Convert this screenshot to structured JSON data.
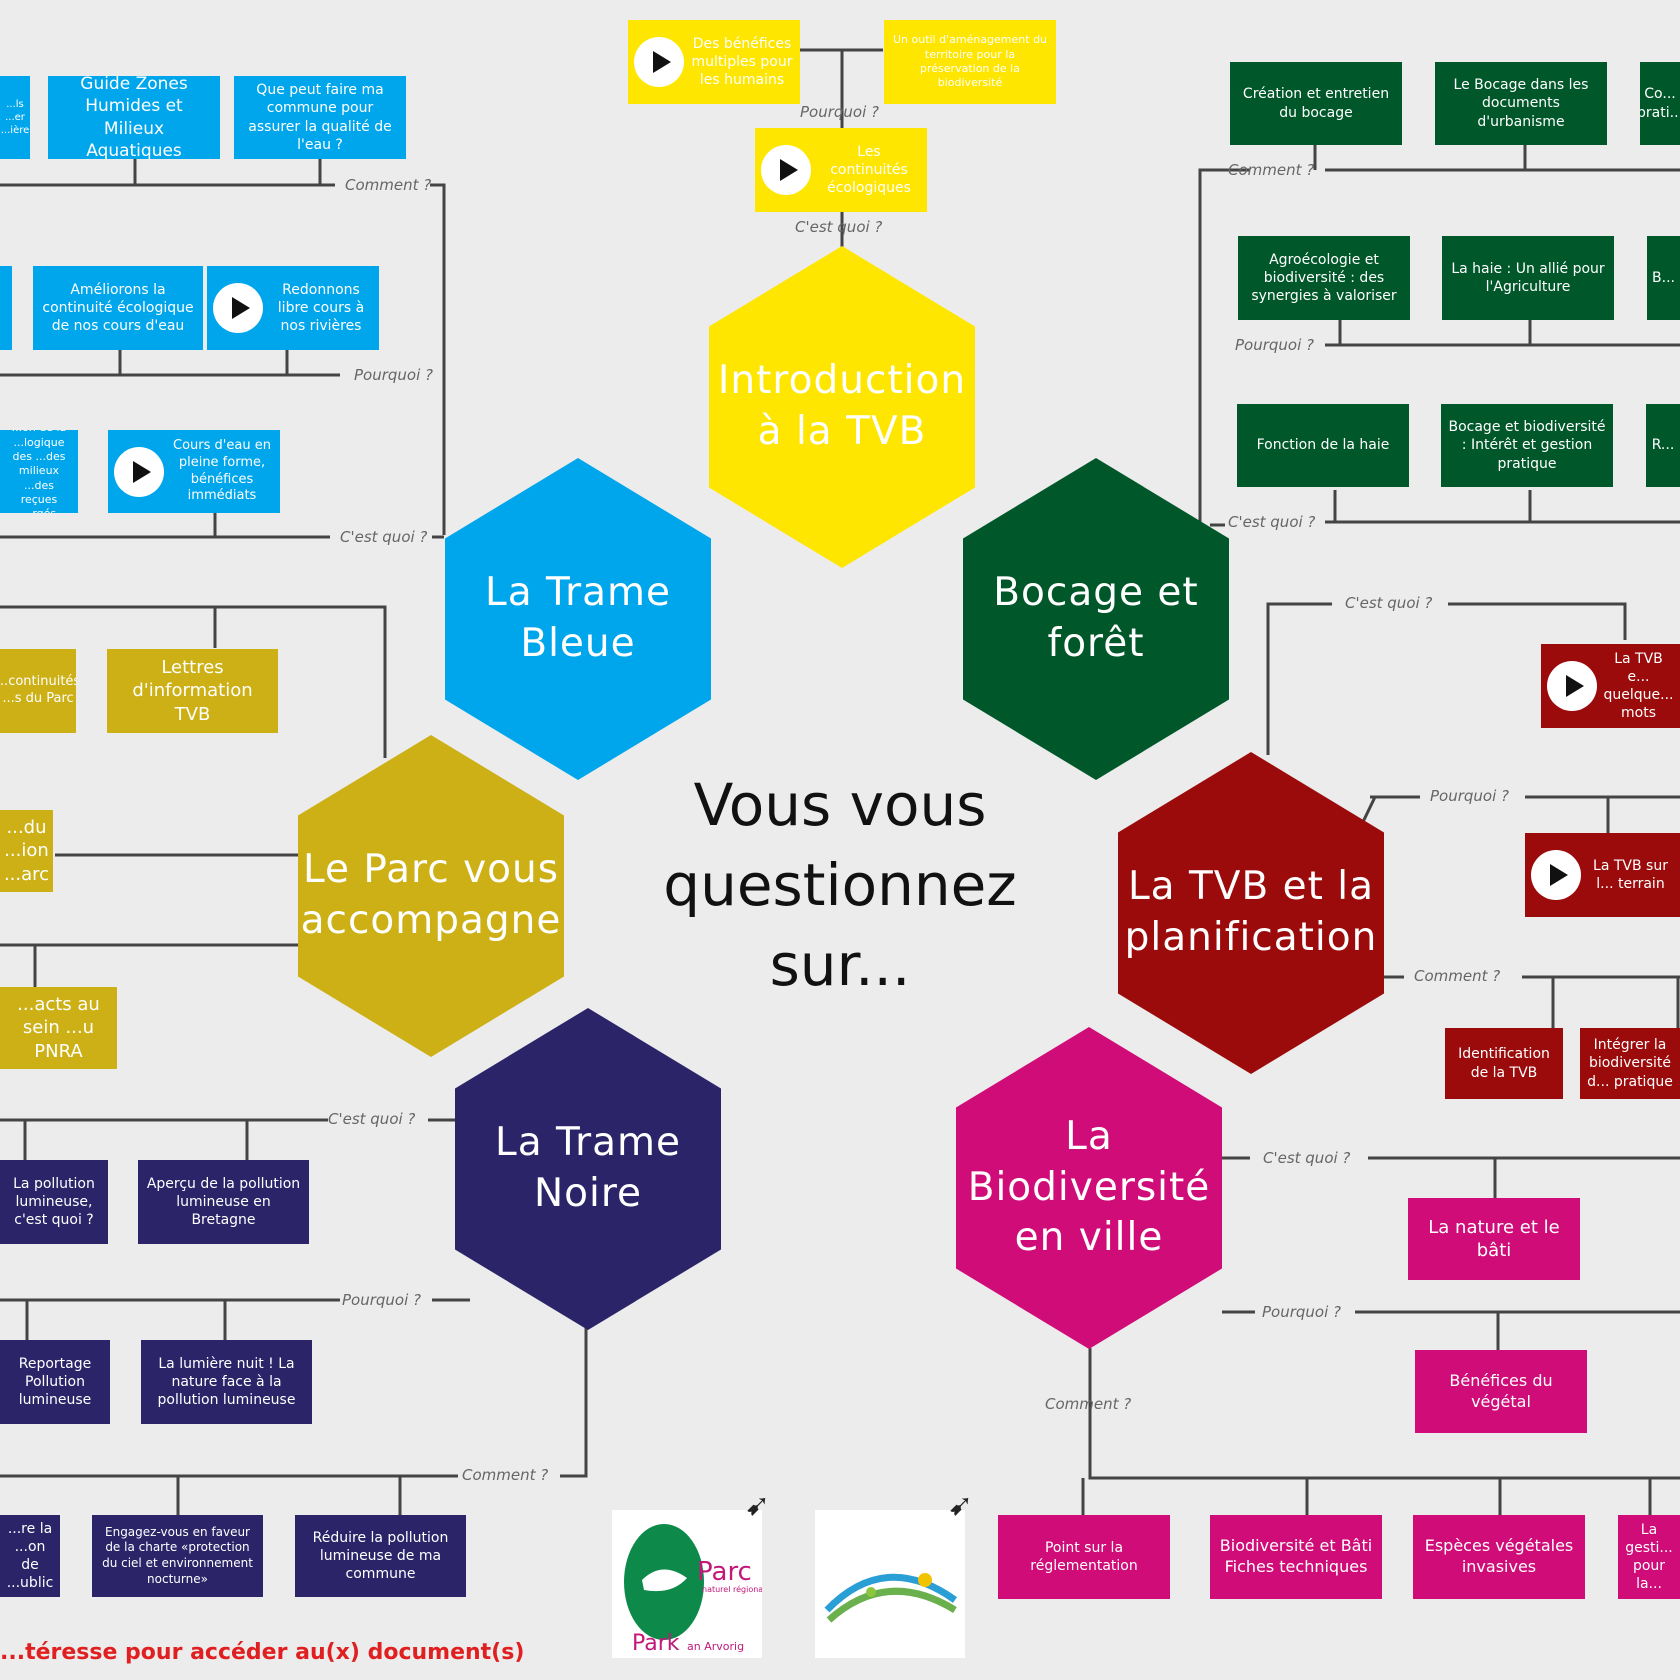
{
  "center": {
    "line1": "Vous vous",
    "line2": "questionnez",
    "line3": "sur..."
  },
  "hexagons": {
    "intro": "Introduction à la TVB",
    "trame_bleue": "La Trame Bleue",
    "bocage": "Bocage et forêt",
    "parc": "Le Parc vous accompagne",
    "planification": "La TVB et la planification",
    "trame_noire": "La Trame Noire",
    "biodiversite": "La Biodiversité en ville"
  },
  "labels": {
    "comment": "Comment ?",
    "pourquoi": "Pourquoi ?",
    "cest_quoi": "C'est quoi ?"
  },
  "cards": {
    "y1": "Des bénéfices multiples pour les humains",
    "y2": "Un outil d'aménagement du territoire pour la préservation de la biodiversité",
    "y3": "Les continuités écologiques",
    "b0": "...ls ...er ...ière",
    "b1": "Guide Zones Humides et Milieux Aquatiques",
    "b2": "Que peut faire ma commune pour assurer la qualité de l'eau ?",
    "b3": "Améliorons la continuité écologique de nos cours d'eau",
    "b4": "Redonnons libre cours à nos rivières",
    "b5": "...on de la ...logique des ...des milieux ...des reçues ...rgés",
    "b6": "Cours d'eau en pleine forme, bénéfices immédiats",
    "g1": "Création et entretien du bocage",
    "g2": "Le Bocage dans les documents d'urbanisme",
    "g3": "Co... prati...",
    "g4": "Agroécologie et biodiversité : des synergies à valoriser",
    "g5": "La haie : Un allié pour l'Agriculture",
    "g6": "B...",
    "g7": "Fonction de la haie",
    "g8": "Bocage et biodiversité : Intérêt et gestion pratique",
    "g9": "R...",
    "o1": "...continuités ...s du Parc",
    "o2": "Lettres d'information TVB",
    "o3": "...du ...ion ...arc",
    "o4": "...acts au sein ...u PNRA",
    "r1": "La TVB e... quelque... mots",
    "r2": "La TVB sur l... terrain",
    "r3": "Identification de la TVB",
    "r4": "Intégrer la biodiversité d... pratique",
    "n1": "La pollution lumineuse, c'est quoi ?",
    "n2": "Aperçu de la pollution lumineuse en Bretagne",
    "n3": "Reportage Pollution lumineuse",
    "n4": "La lumière nuit ! La nature face à la pollution lumineuse",
    "n5": "...re la ...on de ...ublic",
    "n6": "Engagez-vous en faveur de la charte «protection du ciel et environnement nocturne»",
    "n7": "Réduire la pollution lumineuse de ma commune",
    "p1": "La nature et le bâti",
    "p2": "Bénéfices du végétal",
    "p3": "Point sur la réglementation",
    "p4": "Biodiversité et Bâti Fiches techniques",
    "p5": "Espèces végétales invasives",
    "p6": "La gesti... pour la..."
  },
  "logos": {
    "parc": {
      "title": "Parc",
      "subtitle": "naturel régional d'Armorique",
      "park": "Park",
      "park_sub": "an Arvorig"
    }
  },
  "footer": "...téresse pour accéder au(x) document(s)",
  "colors": {
    "background": "#ececec",
    "blue": "#00a6ec",
    "yellow": "#ffe600",
    "green": "#00582a",
    "gold": "#ccb015",
    "navy": "#2b2468",
    "red": "#9b0b0b",
    "pink": "#cf0c78",
    "footer": "#e02020"
  },
  "icons": [
    "play-icon",
    "cursor-click-icon"
  ]
}
